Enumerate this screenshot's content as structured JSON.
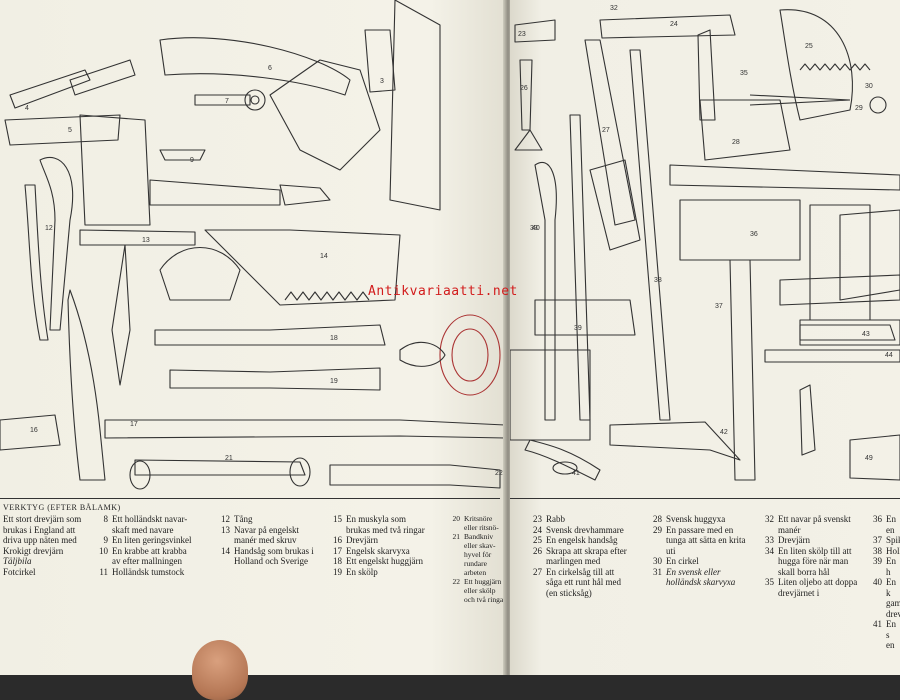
{
  "watermark": "Antikvariaatti.net",
  "left_page": {
    "section_title": "VERKTYG (EFTER BÅLAMK)",
    "columns": [
      [
        {
          "n": "",
          "t": "Ett stort drevjärn som\nbrukas i England att\ndriva upp näten med"
        },
        {
          "n": "",
          "t": "Krokigt drevjärn"
        },
        {
          "n": "",
          "t": "Täljbila",
          "italic": true
        },
        {
          "n": "",
          "t": "Fotcirkel"
        }
      ],
      [
        {
          "n": "8",
          "t": "Ett holländskt navar-\nskaft med navare"
        },
        {
          "n": "9",
          "t": "En liten geringsvinkel"
        },
        {
          "n": "10",
          "t": "En krabbe att krabba\nav efter mallningen"
        },
        {
          "n": "11",
          "t": "Holländsk tumstock"
        }
      ],
      [
        {
          "n": "12",
          "t": "Tång"
        },
        {
          "n": "13",
          "t": "Navar på engelskt\nmanér med skruv"
        },
        {
          "n": "14",
          "t": "Handsåg som brukas i\nHolland och Sverige"
        }
      ],
      [
        {
          "n": "15",
          "t": "En muskyla som\nbrukas med två ringar"
        },
        {
          "n": "16",
          "t": "Drevjärn"
        },
        {
          "n": "17",
          "t": "Engelsk skarvyxa"
        },
        {
          "n": "18",
          "t": "Ett engelskt huggjärn"
        },
        {
          "n": "19",
          "t": "En skölp"
        }
      ],
      [
        {
          "n": "20",
          "t": "Kritsnöre eller ritsnö-"
        },
        {
          "n": "21",
          "t": "Bandkniv eller skav-\nhyvel för rundare\narbeten"
        },
        {
          "n": "22",
          "t": "Ett huggjärn eller skölp\noch två ringar"
        }
      ]
    ]
  },
  "right_page": {
    "columns": [
      [
        {
          "n": "23",
          "t": "Rabb"
        },
        {
          "n": "24",
          "t": "Svensk drevhammare"
        },
        {
          "n": "25",
          "t": "En engelsk handsåg"
        },
        {
          "n": "26",
          "t": "Skrapa att skrapa efter\nmarlingen med"
        },
        {
          "n": "27",
          "t": "En cirkelsåg till att\nsåga ett runt hål med\n(en sticksåg)"
        }
      ],
      [
        {
          "n": "28",
          "t": "Svensk huggyxa"
        },
        {
          "n": "29",
          "t": "En passare med en\ntunga att sätta en krita\nuti"
        },
        {
          "n": "30",
          "t": "En cirkel"
        },
        {
          "n": "31",
          "t": "En svensk eller\nholländsk skarvyxa",
          "italic": true
        }
      ],
      [
        {
          "n": "32",
          "t": "Ett navar på svenskt\nmanér"
        },
        {
          "n": "33",
          "t": "Drevjärn"
        },
        {
          "n": "34",
          "t": "En liten skölp till att\nhugga före när man\nskall borra hål"
        },
        {
          "n": "35",
          "t": "Liten oljebo att doppa\ndrevjärnet i"
        }
      ],
      [
        {
          "n": "36",
          "t": "En en"
        },
        {
          "n": "37",
          "t": "Spik"
        },
        {
          "n": "38",
          "t": "Holl"
        },
        {
          "n": "39",
          "t": "En h"
        },
        {
          "n": "40",
          "t": "En k\ngam"
        },
        {
          "n": "",
          "t": "drev"
        },
        {
          "n": "41",
          "t": "En s\nen"
        }
      ]
    ]
  },
  "figure_labels": [
    "3",
    "4",
    "5",
    "6",
    "7",
    "9",
    "12",
    "13",
    "14",
    "16",
    "17",
    "18",
    "19",
    "21",
    "22",
    "23",
    "24",
    "25",
    "26",
    "27",
    "28",
    "29",
    "30",
    "32",
    "33",
    "35",
    "36",
    "37",
    "38",
    "39",
    "40",
    "41",
    "42",
    "43",
    "44",
    "49"
  ]
}
